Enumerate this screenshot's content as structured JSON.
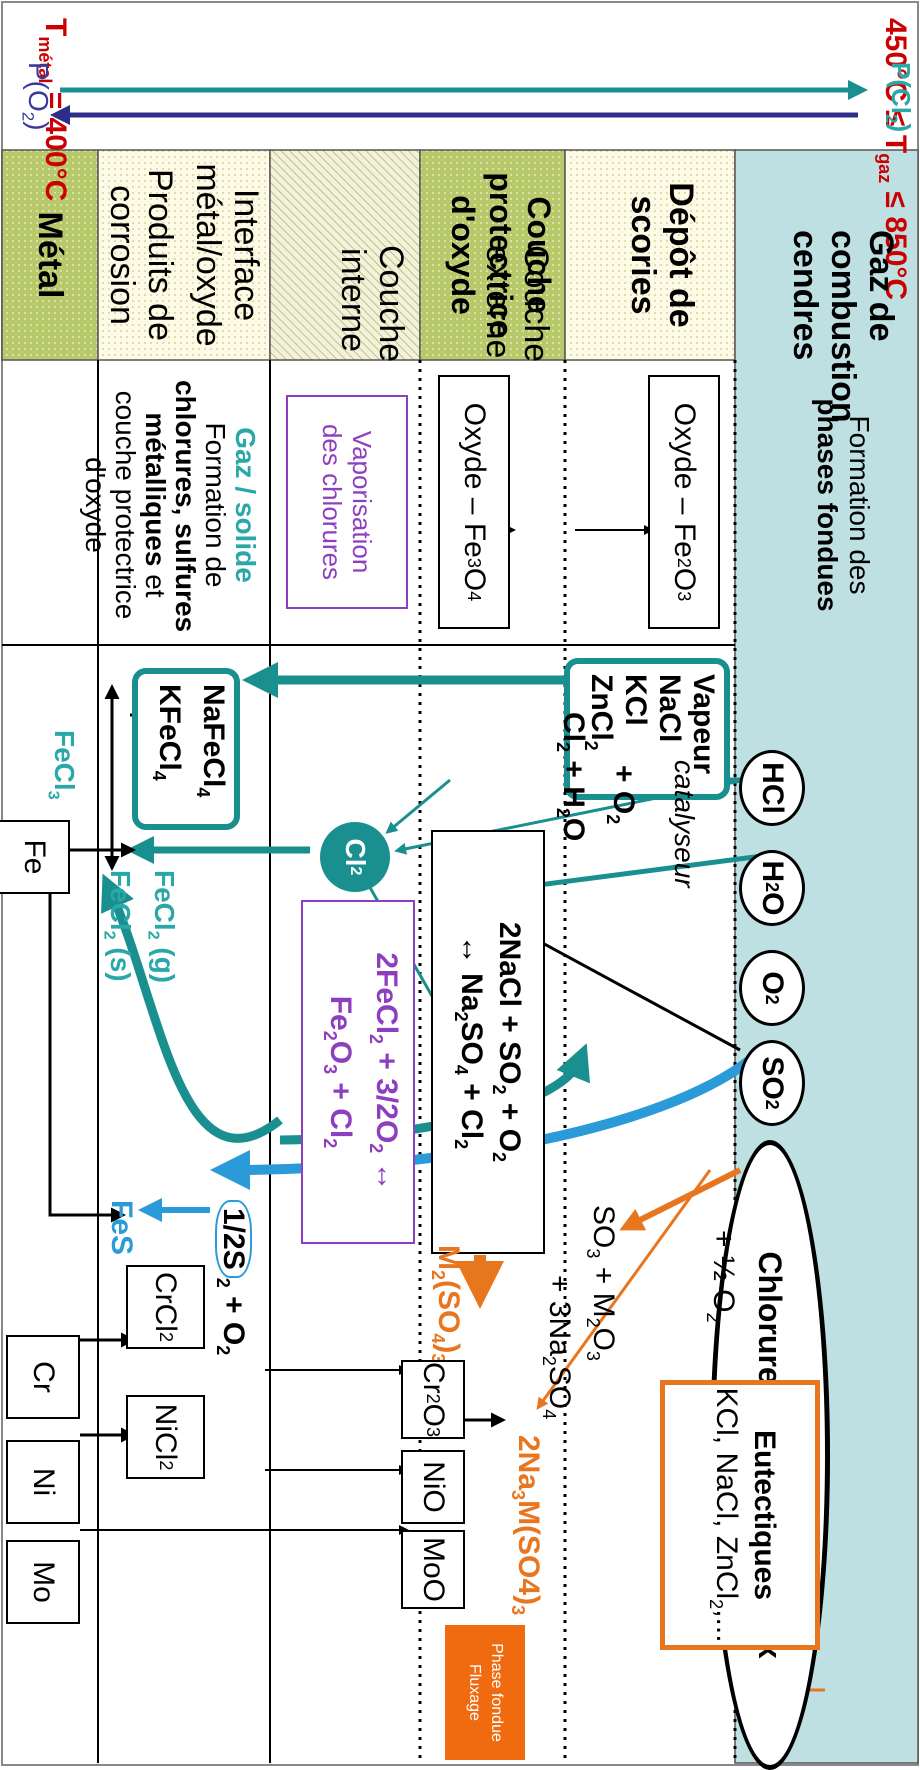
{
  "header": {
    "t_metal": "T",
    "t_metal_sub": "métal",
    "t_metal_val": " = 400°C",
    "t_gaz_pre": "450°C ≤ T",
    "t_gaz_sub": "gaz",
    "t_gaz_post": " ≤ 850°C",
    "p_o2": "P(O",
    "p_o2_sub": "2",
    "p_o2_end": ")",
    "p_cl2": "P(Cl",
    "p_cl2_sub": "2",
    "p_cl2_end": ")"
  },
  "columns": {
    "metal": "Métal",
    "interface_1": "Interface",
    "interface_2": "métal/oxyde",
    "interface_3": "Produits de",
    "interface_4": "corrosion",
    "couche_title_1": "Couche protectrice",
    "couche_title_2": "d'oxyde",
    "interne_1": "Couche",
    "interne_2": "interne",
    "externe_1": "Couche",
    "externe_2": "externe",
    "depot_1": "Dépôt de",
    "depot_2": "scories",
    "gaz_1": "Gaz de combustion",
    "gaz_2": "cendres"
  },
  "middle": {
    "gaz_solide": "Gaz / solide",
    "formation_1": "Formation de",
    "formation_2": "chlorures, sulfures",
    "formation_3": "métalliques",
    "formation_3b": " et",
    "formation_4": "couche protectrice",
    "formation_5": "d'oxyde",
    "vapo_1": "Vaporisation",
    "vapo_2": "des chlorures",
    "oxyde_fe3o4": "Oxyde – Fe",
    "oxyde_fe3o4_a": "3",
    "oxyde_fe3o4_b": "O",
    "oxyde_fe3o4_c": "4",
    "oxyde_fe2o3": "Oxyde – Fe",
    "oxyde_fe2o3_a": "2",
    "oxyde_fe2o3_b": "O",
    "oxyde_fe2o3_c": "3",
    "phases_1": "Formation des",
    "phases_2": "phases fondues"
  },
  "right": {
    "vapeur": "Vapeur",
    "nacl": "NaCl",
    "kcl": "KCl",
    "zncl": "ZnCl",
    "zncl_sub": "2",
    "plus_o2": "+ O",
    "plus_o2_sub": "2",
    "hcl": "HCl",
    "h2o": "H",
    "o2": "O",
    "so2": "SO",
    "chlorures_sulfates": "Chlorures, sulfates gazeux",
    "catalyseur": "catalyseur",
    "cl2_h2o": "Cl",
    "cl2_h2o_rest": " + H",
    "cl2_h2o_end": "O",
    "cl2": "Cl",
    "nafecl4": "NaFeCl",
    "kfecl4": "KFeCl",
    "fecl3": "FeCl",
    "fecl2g": "FeCl",
    "fecl2g_rest": " (g)",
    "fecl2s": "FeCl",
    "fecl2s_rest": " (s)",
    "fe": "Fe",
    "eq_nacl_1": "2NaCl + SO",
    "eq_nacl_1b": " + O",
    "eq_nacl_2": "↔ Na",
    "eq_nacl_2b": "SO",
    "eq_nacl_2c": " + Cl",
    "eq_fecl2_1": "2FeCl",
    "eq_fecl2_1b": " + 3/2O",
    "eq_fecl2_1c": " ↔",
    "eq_fecl2_2": "Fe",
    "eq_fecl2_2b": "O",
    "eq_fecl2_2c": " + Cl",
    "half_s2": "1/2S",
    "half_s2_rest": " + O",
    "fes": "FeS",
    "so3": "SO",
    "so3_rest": " + M",
    "so3_rest2": "O",
    "na2so4": "+ 3Na",
    "na2so4_b": "SO",
    "m2so4": "M",
    "m2so4_b": "(SO",
    "m2so4_c": ")",
    "na3m": "2Na",
    "na3m_b": "M(SO4)",
    "half_o2": "+ ½ O",
    "eutect_1": "Eutectiques",
    "eutect_2": "KCl, NaCl, ZnCl",
    "eutect_2b": ",...",
    "crcl2": "CrCl",
    "nicl2": "NiCl",
    "cr2o3": "Cr",
    "cr2o3_b": "O",
    "nio": "NiO",
    "moo": "MoO",
    "cr": "Cr",
    "ni": "Ni",
    "mo": "Mo",
    "phase_fondue_1": "Phase fondue",
    "phase_fondue_2": "Fluxage"
  },
  "colors": {
    "teal": "#1a8f90",
    "navy": "#2e2e8a",
    "purple": "#8e3fbf",
    "orange": "#e8761e",
    "red": "#cc0000",
    "light_blue": "#bfe0e3"
  }
}
